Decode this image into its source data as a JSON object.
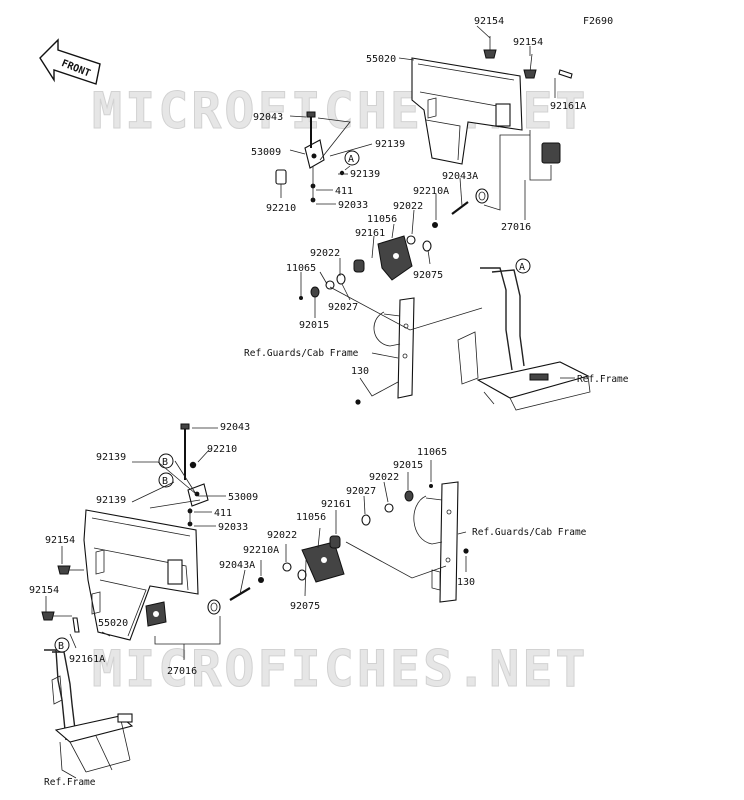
{
  "figure_code": "F2690",
  "front_label": "FRONT",
  "watermark": "MICROFICHES.NET",
  "callouts": {
    "a": "A",
    "b": "B"
  },
  "upper_assembly": {
    "labels": {
      "p92154_a": "92154",
      "p92154_b": "92154",
      "p55020": "55020",
      "p92161a": "92161A",
      "p92043": "92043",
      "p92139_a": "92139",
      "p53009": "53009",
      "p92139_b": "92139",
      "p411": "411",
      "p92210": "92210",
      "p92033": "92033",
      "p92043a": "92043A",
      "p92210a": "92210A",
      "p92022_a": "92022",
      "p11056": "11056",
      "p27016": "27016",
      "p92161": "92161",
      "p92022_b": "92022",
      "p92075": "92075",
      "p11065": "11065",
      "p92027": "92027",
      "p92015": "92015",
      "p130": "130",
      "ref_guards": "Ref.Guards/Cab Frame",
      "ref_frame": "Ref.Frame"
    }
  },
  "lower_assembly": {
    "labels": {
      "p92043": "92043",
      "p92210": "92210",
      "p92139_a": "92139",
      "p11065": "11065",
      "p92015": "92015",
      "p92022_a": "92022",
      "p92027": "92027",
      "p92139_b": "92139",
      "p53009": "53009",
      "p92161": "92161",
      "p411": "411",
      "p11056": "11056",
      "p92033": "92033",
      "p92022_b": "92022",
      "ref_guards": "Ref.Guards/Cab Frame",
      "p92154_a": "92154",
      "p92210a": "92210A",
      "p92043a": "92043A",
      "p130": "130",
      "p92154_b": "92154",
      "p92075": "92075",
      "p55020": "55020",
      "p92161a": "92161A",
      "p27016": "27016",
      "ref_frame": "Ref.Frame"
    }
  }
}
